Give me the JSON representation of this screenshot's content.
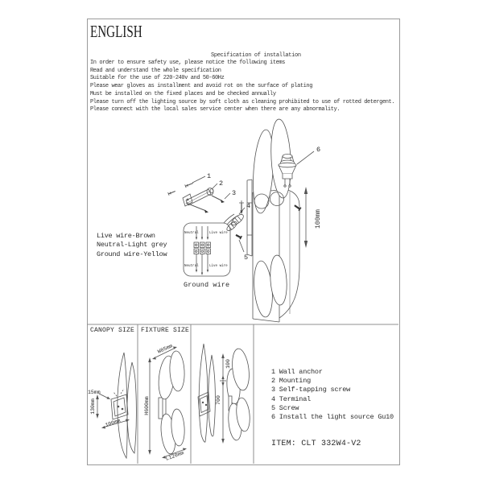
{
  "header": {
    "title": "ENGLISH"
  },
  "spec": {
    "heading": "Specification of installation",
    "lines": [
      "In order to ensure safety use, please notice the following items",
      "Read and understand the whole specification",
      "Suitable for the use of 220-240v and 50-60Hz",
      "Please wear gloves as installment and avoid rot on the surface of plating",
      "Must be installed on the fixed places and be checked annually",
      "Please turn off the lighting source by soft cloth as cleaning prohibited to use of rotted detergent.",
      "Please connect with the local sales service center when there are any abnormality."
    ]
  },
  "wire_legend": {
    "live": "Live wire-Brown",
    "neutral": "Neutral-Light grey",
    "ground": "Ground wire-Yellow"
  },
  "wiring_detail": {
    "neutral_top": "Neutral",
    "live_top": "Live wire",
    "neutral_bottom": "Neutral",
    "live_bottom": "Live wire",
    "caption": "Ground wire"
  },
  "diagram": {
    "callout_1": "1",
    "callout_2": "2",
    "callout_3": "3",
    "callout_4": "4",
    "callout_5": "5",
    "callout_6": "6",
    "dim_height": "100mm"
  },
  "canopy_box": {
    "title": "CANOPY SIZE",
    "dim_depth": "15mm",
    "dim_height": "130mm",
    "dim_width": "100mm"
  },
  "fixture_box": {
    "title": "FIXTURE SIZE",
    "dim_width": "W85mm",
    "dim_height": "H600mm",
    "dim_length": "L120mm"
  },
  "profile_box": {
    "dim_top": "100",
    "dim_length": "700"
  },
  "parts": {
    "items": [
      "1 Wall anchor",
      "2 Mounting",
      "3 Self-tapping screw",
      "4 Terminal",
      "5 Screw",
      "6 Install the light source Gu10"
    ],
    "item_code": "ITEM: CLT 332W4-V2"
  },
  "colors": {
    "line": "#555555",
    "border": "#9a9a9a",
    "text": "#2b2b2b"
  }
}
